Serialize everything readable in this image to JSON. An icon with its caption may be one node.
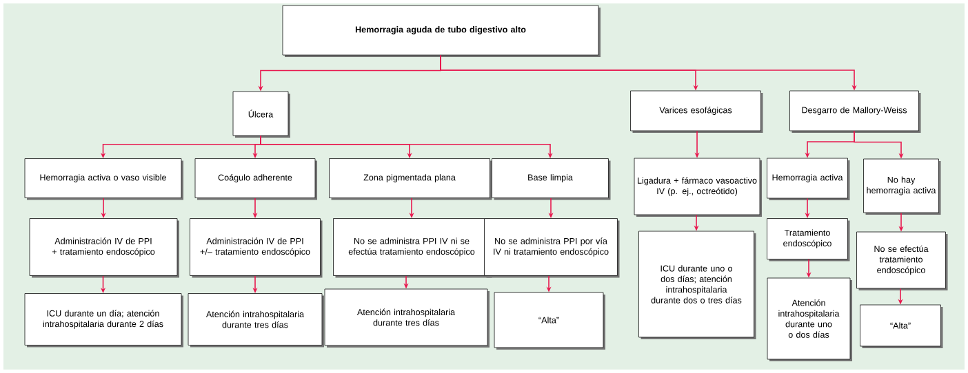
{
  "diagram": {
    "nodes": [
      {
        "text": [
          "Hemorragia aguda de tubo digestivo alto"
        ]
      },
      {
        "text": [
          "Úlcera"
        ]
      },
      {
        "text": [
          "Varices esofágicas"
        ]
      },
      {
        "text": [
          "Desgarro de Mallory-Weiss"
        ]
      },
      {
        "text": [
          "Hemorragia activa o vaso visible"
        ]
      },
      {
        "text": [
          "Coágulo adherente"
        ]
      },
      {
        "text": [
          "Zona pigmentada plana"
        ]
      },
      {
        "text": [
          "Base limpia"
        ]
      },
      {
        "text": [
          "Ligadura + fármaco vasoactivo IV (p. ej., octreótido)"
        ]
      },
      {
        "text": [
          "Hemorragia activa"
        ]
      },
      {
        "text": [
          "No hay hemorragia activa"
        ]
      },
      {
        "text": [
          "Administración IV de PPI + tratamiento endoscópico"
        ]
      },
      {
        "text": [
          "Administración IV de PPI +/– tratamiento endoscópico"
        ]
      },
      {
        "text": [
          "No se administra PPI IV ni se efectúa tratamiento endoscópico"
        ]
      },
      {
        "text": [
          "No se administra PPI por vía IV ni tratamiento endoscópico"
        ]
      },
      {
        "text": [
          "ICU durante uno o dos días; atención intrahospitalaria durante dos o tres días"
        ]
      },
      {
        "text": [
          "Tratamiento endoscópico"
        ]
      },
      {
        "text": [
          "No se efectúa tratamiento endoscópico"
        ]
      },
      {
        "text": [
          "ICU durante un día; atención intrahospitalaria durante 2 días"
        ]
      },
      {
        "text": [
          "Atención intrahospitalaria durante tres días"
        ]
      },
      {
        "text": [
          "Atención intrahospitalaria durante tres días"
        ]
      },
      {
        "text": [
          "“Alta”"
        ]
      },
      {
        "text": [
          "Atención intrahospitalaria durante uno o dos días"
        ]
      },
      {
        "text": [
          "“Alta”"
        ]
      }
    ],
    "edges": [
      {
        "from": 0,
        "to": 1,
        "arrow": "to"
      },
      {
        "from": 0,
        "to": 2,
        "arrow": "to"
      },
      {
        "from": 0,
        "to": 3,
        "arrow": "to"
      },
      {
        "from": 1,
        "to": 4,
        "arrow": "to"
      },
      {
        "from": 1,
        "to": 5,
        "arrow": "to"
      },
      {
        "from": 1,
        "to": 6,
        "arrow": "to"
      },
      {
        "from": 1,
        "to": 7,
        "arrow": "to"
      },
      {
        "from": 2,
        "to": 8,
        "arrow": "to"
      },
      {
        "from": 3,
        "to": 9,
        "arrow": "to"
      },
      {
        "from": 3,
        "to": 10,
        "arrow": "to"
      },
      {
        "from": 4,
        "to": 11,
        "arrow": "to"
      },
      {
        "from": 5,
        "to": 12,
        "arrow": "to"
      },
      {
        "from": 6,
        "to": 13,
        "arrow": "to"
      },
      {
        "from": 7,
        "to": 14,
        "arrow": "to"
      },
      {
        "from": 8,
        "to": 15,
        "arrow": "to"
      },
      {
        "from": 9,
        "to": 16,
        "arrow": "to"
      },
      {
        "from": 10,
        "to": 17,
        "arrow": "to"
      },
      {
        "from": 11,
        "to": 18,
        "arrow": "to"
      },
      {
        "from": 12,
        "to": 19,
        "arrow": "to"
      },
      {
        "from": 13,
        "to": 20,
        "arrow": "to"
      },
      {
        "from": 14,
        "to": 21,
        "arrow": "to"
      },
      {
        "from": 16,
        "to": 22,
        "arrow": "to"
      },
      {
        "from": 17,
        "to": 23,
        "arrow": "to"
      }
    ]
  }
}
